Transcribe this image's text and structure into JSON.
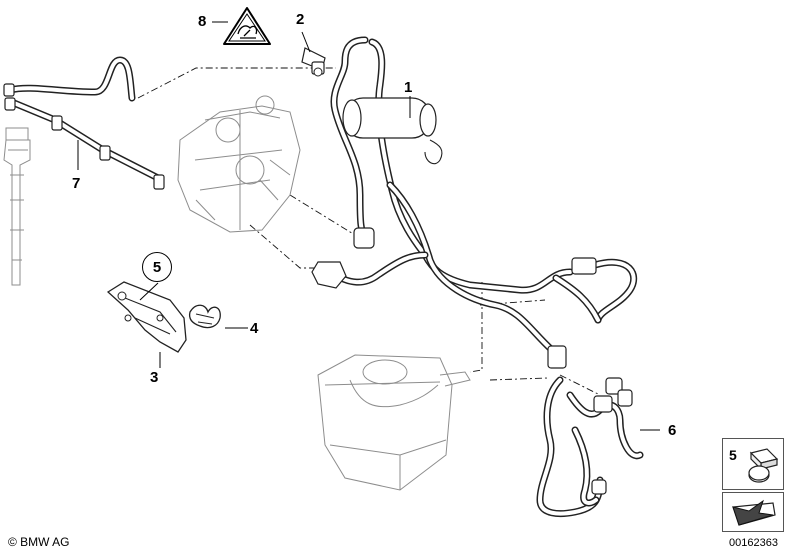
{
  "callouts": {
    "c1": "1",
    "c2": "2",
    "c3": "3",
    "c4": "4",
    "c5": "5",
    "c6": "6",
    "c7": "7",
    "c8": "8"
  },
  "legend": {
    "part_number": "5"
  },
  "footer": {
    "copyright": "© BMW AG",
    "document_number": "00162363"
  },
  "icons": {
    "warning": "diesel-warning-triangle-icon",
    "direction": "arrow-down-left-icon"
  },
  "colors": {
    "line": "#000000",
    "drawing": "#3a3a3a",
    "faded": "#9a9a9a"
  }
}
